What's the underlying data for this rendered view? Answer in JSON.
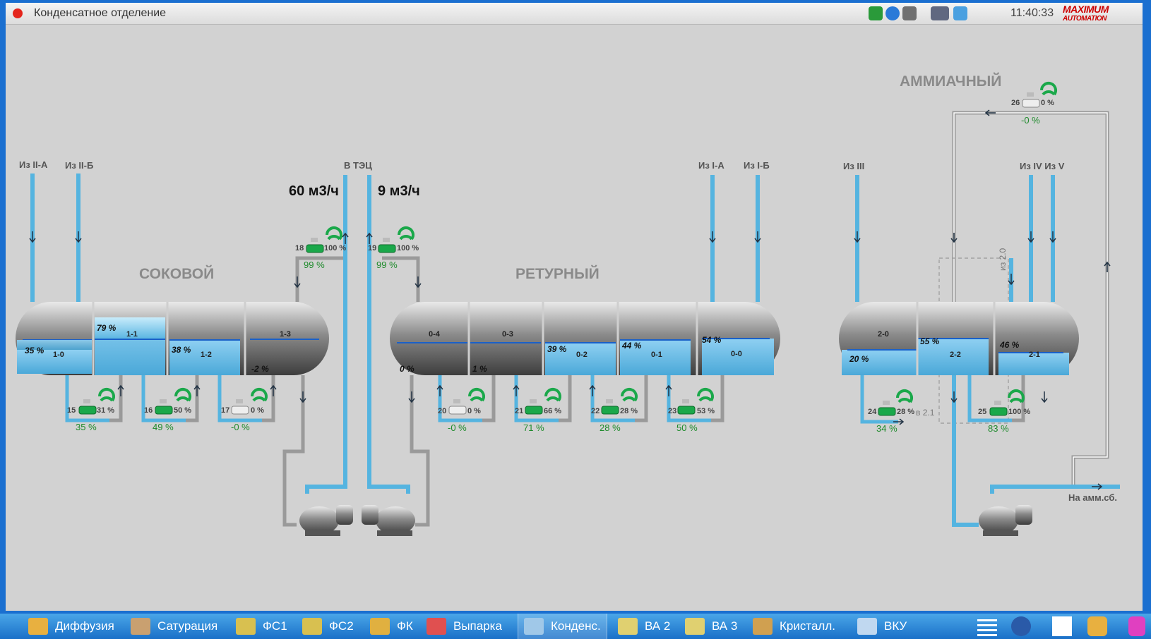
{
  "window": {
    "title": "Конденсатное отделение"
  },
  "titlebar": {
    "clock": "11:40:33",
    "logo_line1": "MAXIMUM",
    "logo_line2": "AUTOMATION"
  },
  "sections": {
    "sokovoy": "СОКОВОЙ",
    "returny": "РЕТУРНЫЙ",
    "ammiachny": "АММИАЧНЫЙ"
  },
  "inlets": {
    "ii_a": "Из II-А",
    "ii_b": "Из II-Б",
    "v_tec": "В ТЭЦ",
    "i_a": "Из I-А",
    "i_b": "Из I-Б",
    "iii": "Из III",
    "iv_v": "Из IV Из V"
  },
  "flows": {
    "f1": "60 м3/ч",
    "f2": "9 м3/ч"
  },
  "tanks": {
    "t10": {
      "name": "1-0",
      "level": "35 %"
    },
    "t11": {
      "name": "1-1",
      "level": "79 %"
    },
    "t12": {
      "name": "1-2",
      "level": "38 %"
    },
    "t13": {
      "name": "1-3",
      "level": "-2 %"
    },
    "t04": {
      "name": "0-4",
      "level": "0 %"
    },
    "t03": {
      "name": "0-3",
      "level": "1 %"
    },
    "t02": {
      "name": "0-2",
      "level": "39 %"
    },
    "t01": {
      "name": "0-1",
      "level": "44 %"
    },
    "t00": {
      "name": "0-0",
      "level": "54 %"
    },
    "t20": {
      "name": "2-0",
      "level": "20 %"
    },
    "t22": {
      "name": "2-2",
      "level": "55 %"
    },
    "t21": {
      "name": "2-1",
      "level": "46 %"
    }
  },
  "valves": {
    "v15": {
      "num": "15",
      "pct": "31 %",
      "fb": "35 %"
    },
    "v16": {
      "num": "16",
      "pct": "50 %",
      "fb": "49 %"
    },
    "v17": {
      "num": "17",
      "pct": "0 %",
      "fb": "-0 %"
    },
    "v18": {
      "num": "18",
      "pct": "100 %",
      "fb": "99 %"
    },
    "v19": {
      "num": "19",
      "pct": "100 %",
      "fb": "99 %"
    },
    "v20": {
      "num": "20",
      "pct": "0 %",
      "fb": "-0 %"
    },
    "v21": {
      "num": "21",
      "pct": "66 %",
      "fb": "71 %"
    },
    "v22": {
      "num": "22",
      "pct": "28 %",
      "fb": "28 %"
    },
    "v23": {
      "num": "23",
      "pct": "53 %",
      "fb": "50 %"
    },
    "v24": {
      "num": "24",
      "pct": "28 %",
      "fb": "34 %"
    },
    "v25": {
      "num": "25",
      "pct": "100 %",
      "fb": "83 %"
    },
    "v26": {
      "num": "26",
      "pct": "0 %",
      "fb": "-0 %"
    }
  },
  "annotations": {
    "iz20": "из 2.0",
    "v21": "в 2.1",
    "na_amm": "На амм.сб."
  },
  "taskbar": [
    {
      "label": "Диффузия",
      "color": "#e8b040"
    },
    {
      "label": "Сатурация",
      "color": "#c9a070"
    },
    {
      "label": "ФС1",
      "color": "#d8c050"
    },
    {
      "label": "ФС2",
      "color": "#d8c050"
    },
    {
      "label": "ФК",
      "color": "#e0b040"
    },
    {
      "label": "Выпарка",
      "color": "#e05050"
    },
    {
      "label": "Конденс.",
      "color": "#a0c8e8"
    },
    {
      "label": "ВА 2",
      "color": "#e0d070"
    },
    {
      "label": "ВА 3",
      "color": "#e0d070"
    },
    {
      "label": "Кристалл.",
      "color": "#d0a050"
    },
    {
      "label": "ВКУ",
      "color": "#c0d8f0"
    }
  ],
  "colors": {
    "water": "#5ab8e6",
    "pipe_blue": "#55b4e0",
    "pipe_grey": "#9a9a9a",
    "valve_green": "#1aa84a",
    "fb_green": "#1d8a2a"
  }
}
